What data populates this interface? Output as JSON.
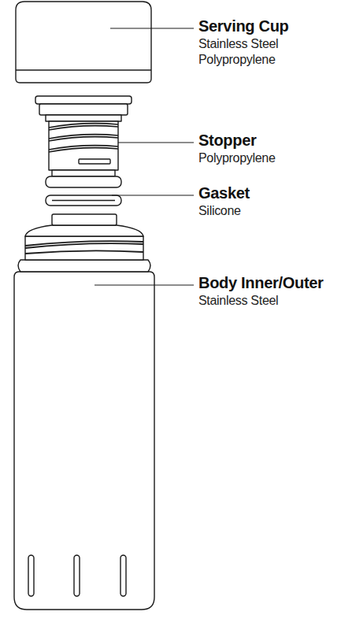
{
  "diagram": {
    "labels": [
      "Serving Cup",
      "Stainless Steel",
      "Polypropylene",
      "Stopper",
      "Polypropylene",
      "Gasket",
      "Silicone",
      "Body Inner/Outer",
      "Stainless Steel"
    ]
  }
}
